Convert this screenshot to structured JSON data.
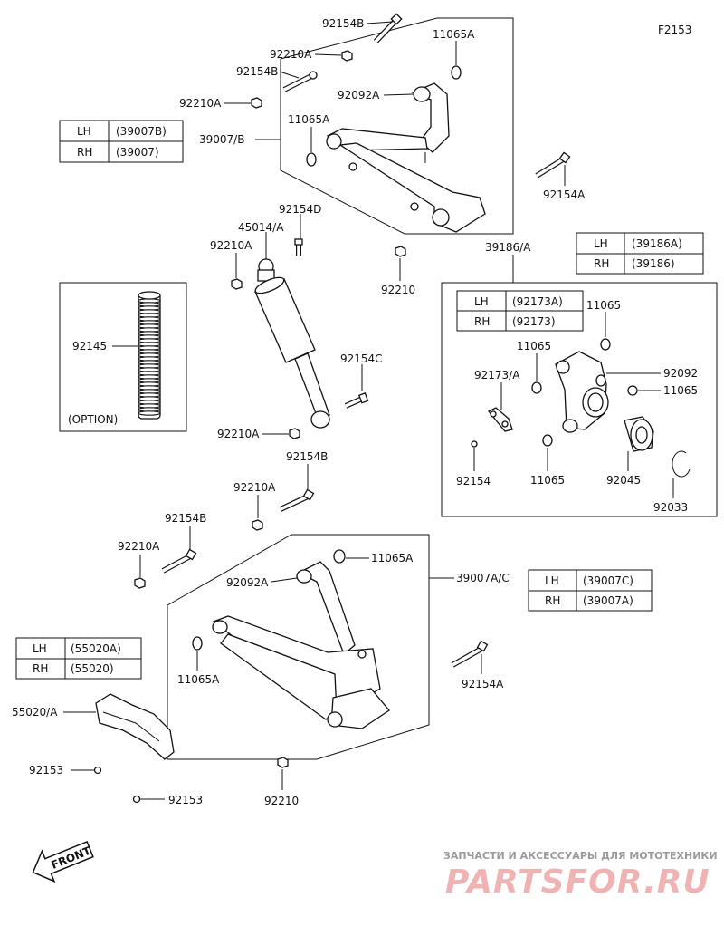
{
  "figure_code": "F2153",
  "watermark": {
    "line1": "ЗАПЧАСТИ И АКСЕССУАРЫ ДЛЯ МОТОТЕХНИКИ",
    "line2": "PARTSFOR.RU"
  },
  "front_label": "FRONT",
  "option_label": "(OPTION)",
  "tables": {
    "upper_arm": {
      "rows": [
        {
          "side": "LH",
          "part": "(39007B)"
        },
        {
          "side": "RH",
          "part": "(39007)"
        }
      ]
    },
    "knuckle": {
      "rows": [
        {
          "side": "LH",
          "part": "(39186A)"
        },
        {
          "side": "RH",
          "part": "(39186)"
        }
      ]
    },
    "bolt": {
      "rows": [
        {
          "side": "LH",
          "part": "(92173A)"
        },
        {
          "side": "RH",
          "part": "(92173)"
        }
      ]
    },
    "lower_arm": {
      "rows": [
        {
          "side": "LH",
          "part": "(39007C)"
        },
        {
          "side": "RH",
          "part": "(39007A)"
        }
      ]
    },
    "guard": {
      "rows": [
        {
          "side": "LH",
          "part": "(55020A)"
        },
        {
          "side": "RH",
          "part": "(55020)"
        }
      ]
    }
  },
  "labels": {
    "l92154b_top": "92154B",
    "l11065a_top": "11065A",
    "l92210a_1": "92210A",
    "l92154b_2": "92154B",
    "l92092a_top": "92092A",
    "l92210a_2": "92210A",
    "l11065a_2": "11065A",
    "l39007b": "39007/B",
    "l92154a_1": "92154A",
    "l92154d": "92154D",
    "l45014a": "45014/A",
    "l92210a_3": "92210A",
    "l92210_1": "92210",
    "l39186a": "39186/A",
    "l92145": "92145",
    "l92154c": "92154C",
    "l11065_1": "11065",
    "l11065_2": "11065",
    "l92173a": "92173/A",
    "l92092": "92092",
    "l11065_3": "11065",
    "l92210a_4": "92210A",
    "l92154b_3": "92154B",
    "l92154": "92154",
    "l11065_4": "11065",
    "l92045": "92045",
    "l92033": "92033",
    "l92210a_5": "92210A",
    "l92154b_4": "92154B",
    "l92210a_6": "92210A",
    "l11065a_3": "11065A",
    "l92092a_2": "92092A",
    "l39007ac": "39007A/C",
    "l11065a_4": "11065A",
    "l92154a_2": "92154A",
    "l55020a": "55020/A",
    "l92153_1": "92153",
    "l92153_2": "92153",
    "l92210_2": "92210"
  }
}
